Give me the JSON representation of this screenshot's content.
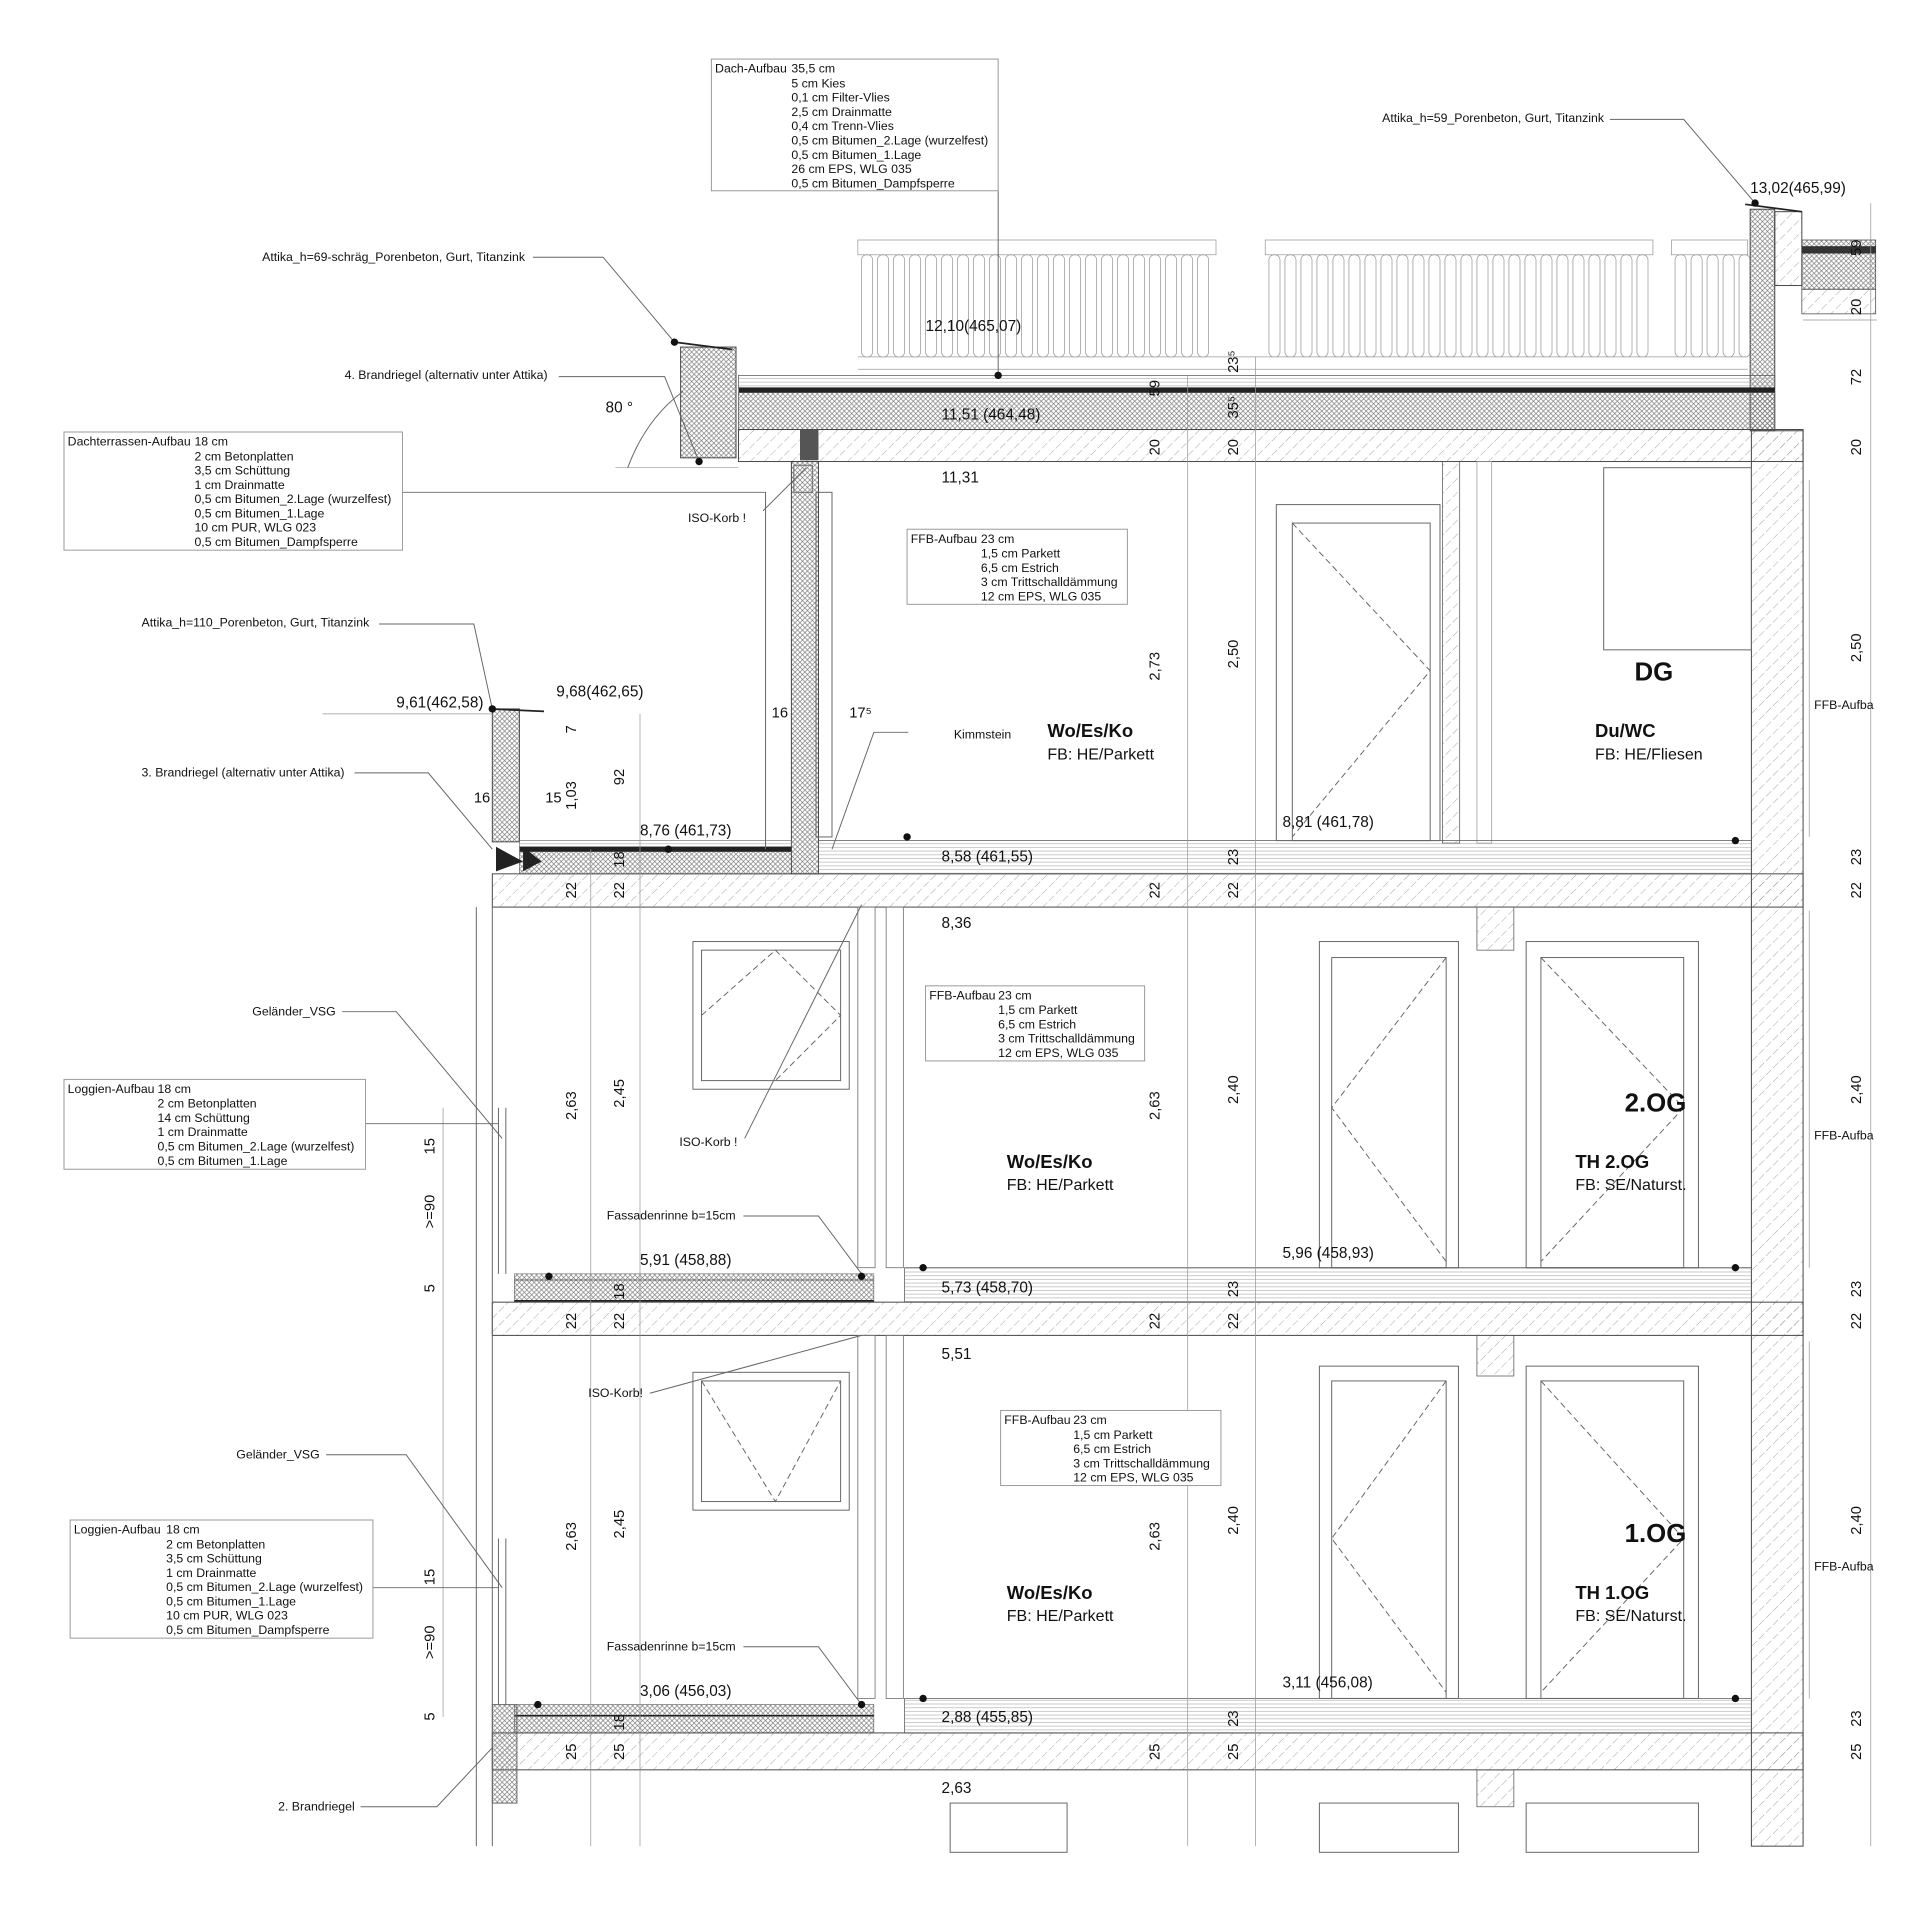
{
  "boxes": {
    "dach": {
      "title": "Dach-Aufbau",
      "total": "35,5 cm",
      "items": [
        "5 cm  Kies",
        "0,1 cm  Filter-Vlies",
        "2,5 cm  Drainmatte",
        "0,4 cm  Trenn-Vlies",
        "0,5 cm  Bitumen_2.Lage (wurzelfest)",
        "0,5 cm  Bitumen_1.Lage",
        "26 cm  EPS, WLG 035",
        "0,5 cm  Bitumen_Dampfsperre"
      ]
    },
    "dachterrasse": {
      "title": "Dachterrassen-Aufbau",
      "total": "18 cm",
      "items": [
        "2 cm  Betonplatten",
        "3,5 cm  Schüttung",
        "1 cm  Drainmatte",
        "0,5 cm  Bitumen_2.Lage (wurzelfest)",
        "0,5 cm  Bitumen_1.Lage",
        "10 cm  PUR, WLG 023",
        "0,5 cm  Bitumen_Dampfsperre"
      ]
    },
    "loggia_2og": {
      "title": "Loggien-Aufbau",
      "total": "18 cm",
      "items": [
        "2 cm  Betonplatten",
        "14 cm  Schüttung",
        "1 cm  Drainmatte",
        "0,5 cm  Bitumen_2.Lage (wurzelfest)",
        "0,5 cm  Bitumen_1.Lage"
      ]
    },
    "loggia_1og": {
      "title": "Loggien-Aufbau",
      "total": "18 cm",
      "items": [
        "2 cm  Betonplatten",
        "3,5 cm  Schüttung",
        "1 cm  Drainmatte",
        "0,5 cm  Bitumen_2.Lage (wurzelfest)",
        "0,5 cm  Bitumen_1.Lage",
        "10 cm  PUR, WLG 023",
        "0,5 cm  Bitumen_Dampfsperre"
      ]
    },
    "ffb_dg": {
      "title": "FFB-Aufbau",
      "total": "23 cm",
      "items": [
        "1,5 cm  Parkett",
        "6,5 cm  Estrich",
        "3 cm  Trittschalldämmung",
        "12 cm  EPS, WLG 035"
      ]
    },
    "ffb_2og": {
      "title": "FFB-Aufbau",
      "total": "23 cm",
      "items": [
        "1,5 cm  Parkett",
        "6,5 cm  Estrich",
        "3 cm  Trittschalldämmung",
        "12 cm  EPS, WLG 035"
      ]
    },
    "ffb_1og": {
      "title": "FFB-Aufbau",
      "total": "23 cm",
      "items": [
        "1,5 cm  Parkett",
        "6,5 cm  Estrich",
        "3 cm  Trittschalldämmung",
        "12 cm  EPS, WLG 035"
      ]
    }
  },
  "notes": [
    "Attika_h=69-schräg_Porenbeton, Gurt, Titanzink",
    "4. Brandriegel  (alternativ unter Attika)",
    "Attika_h=59_Porenbeton, Gurt, Titanzink",
    "ISO-Korb !",
    "Attika_h=110_Porenbeton, Gurt, Titanzink",
    "3. Brandriegel  (alternativ unter Attika)",
    "Kimmstein",
    "Geländer_VSG",
    "ISO-Korb !",
    "Fassadenrinne b=15cm",
    "ISO-Korb!",
    "Geländer_VSG",
    "Fassadenrinne b=15cm",
    "2. Brandriegel",
    "80 °",
    "FFB-Aufba",
    "FFB-Aufba",
    "FFB-Aufba"
  ],
  "levels": [
    "12,10(465,07)",
    "13,02(465,99)",
    "11,51 (464,48)",
    "11,31",
    "9,61(462,58)",
    "9,68(462,65)",
    "8,76 (461,73)",
    "8,81 (461,78)",
    "8,58 (461,55)",
    "8,36",
    "5,91 (458,88)",
    "5,96 (458,93)",
    "5,73 (458,70)",
    "5,51",
    "3,06 (456,03)",
    "3,11 (456,08)",
    "2,88 (455,85)",
    "2,63"
  ],
  "rooms": [
    {
      "name": "Wo/Es/Ko",
      "floor": "FB: HE/Parkett"
    },
    {
      "name": "Du/WC",
      "floor": "FB: HE/Fliesen"
    },
    {
      "name": "Wo/Es/Ko",
      "floor": "FB: HE/Parkett"
    },
    {
      "name": "TH 2.OG",
      "floor": "FB: SE/Naturst."
    },
    {
      "name": "Wo/Es/Ko",
      "floor": "FB: HE/Parkett"
    },
    {
      "name": "TH 1.OG",
      "floor": "FB: SE/Naturst."
    }
  ],
  "storeys": [
    "DG",
    "2.OG",
    "1.OG"
  ],
  "dims": [
    "2,73",
    "2,50",
    "2,50",
    "59",
    "20",
    "35⁵",
    "20",
    "23⁵",
    "59",
    "20",
    "72",
    "20",
    "22",
    "18",
    "22",
    "22",
    "23",
    "22",
    "23",
    "22",
    "1,03",
    "92",
    "7",
    "2,63",
    "2,45",
    "2,63",
    "2,40",
    "2,40",
    "15",
    ">=90",
    "5",
    "18",
    "22",
    "22",
    "22",
    "23",
    "22",
    "23",
    "22",
    "2,63",
    "2,45",
    "2,63",
    "2,40",
    "2,40",
    "15",
    ">=90",
    "5",
    "18",
    "25",
    "25",
    "25",
    "23",
    "25",
    "23",
    "25",
    "16",
    "15",
    "16",
    "17⁵"
  ]
}
